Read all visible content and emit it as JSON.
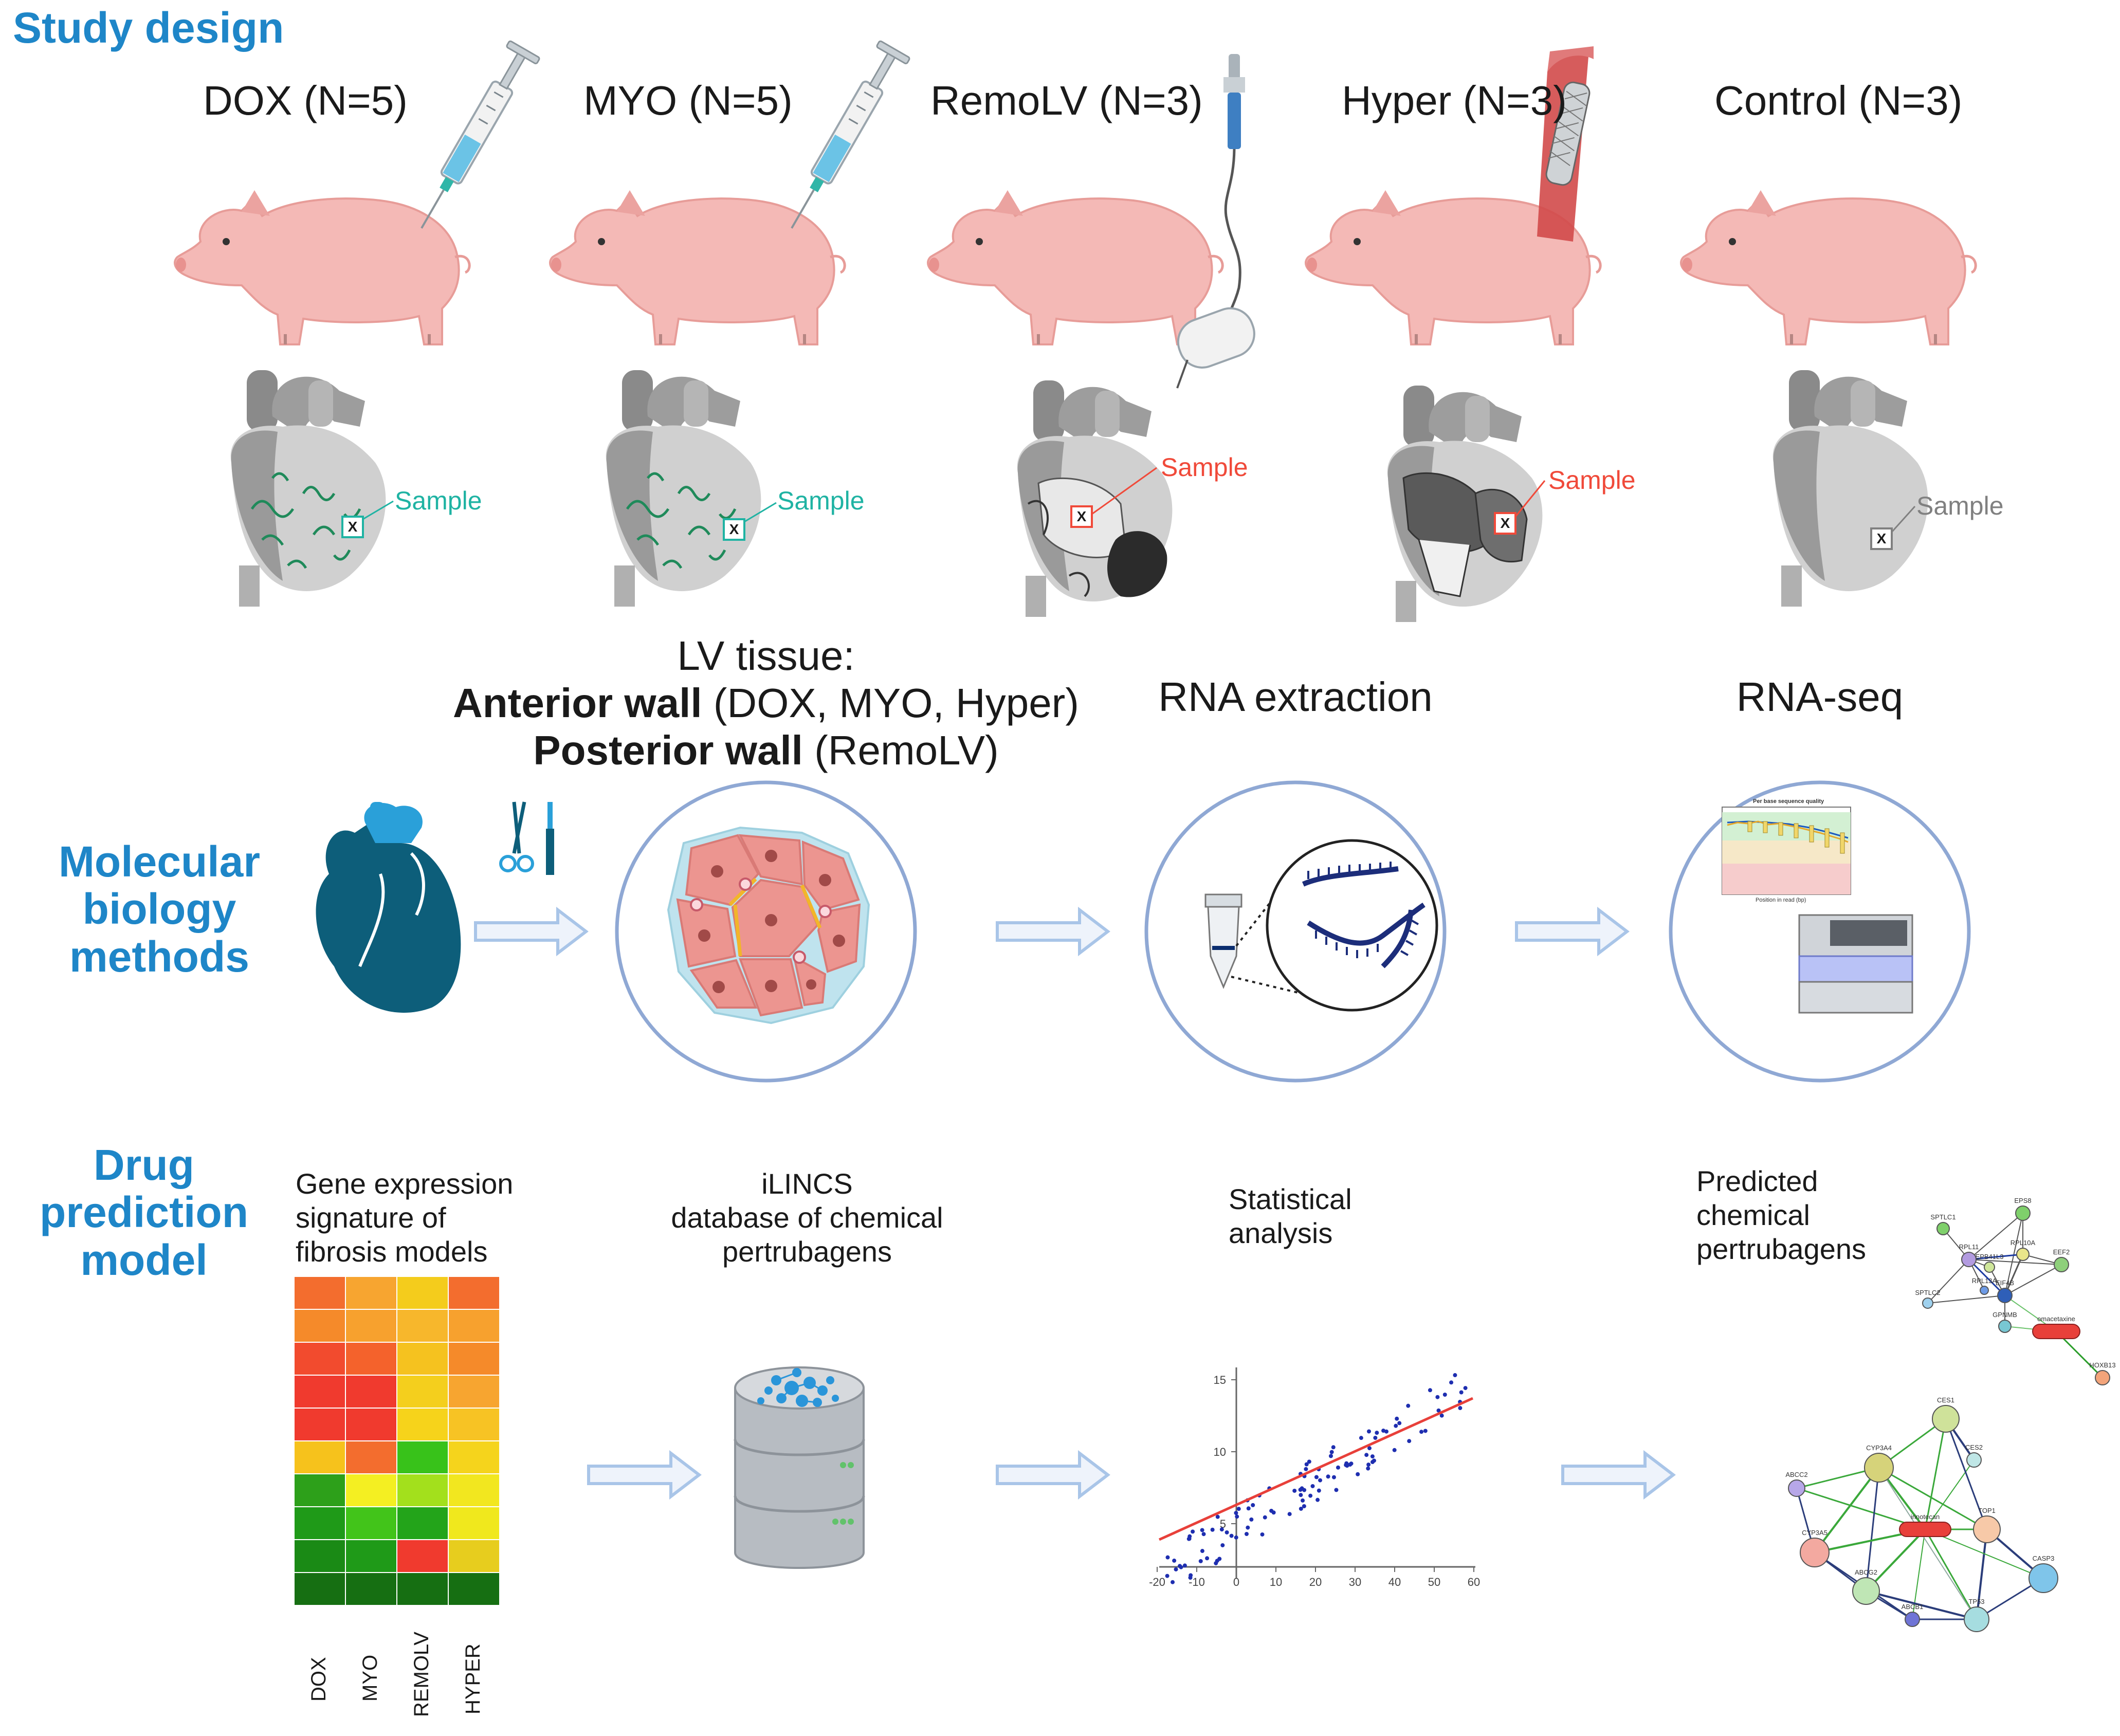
{
  "sections": {
    "study_design": "Study design",
    "molecular_biology": "Molecular biology methods",
    "drug_prediction": "Drug prediction model"
  },
  "groups": [
    {
      "label": "DOX (N=5)",
      "sample": "Sample",
      "sample_color": "#1fb3a3"
    },
    {
      "label": "MYO (N=5)",
      "sample": "Sample",
      "sample_color": "#1fb3a3"
    },
    {
      "label": "RemoLV (N=3)",
      "sample": "Sample",
      "sample_color": "#f04a3a"
    },
    {
      "label": "Hyper (N=3)",
      "sample": "Sample",
      "sample_color": "#f04a3a"
    },
    {
      "label": "Control (N=3)",
      "sample": "Sample",
      "sample_color": "#808080"
    }
  ],
  "sample_marker": "X",
  "molecular": {
    "lv_tissue_title": "LV tissue:",
    "anterior_bold": "Anterior wall",
    "anterior_rest": " (DOX, MYO, Hyper)",
    "posterior_bold": "Posterior wall",
    "posterior_rest": " (RemoLV)",
    "rna_extraction": "RNA extraction",
    "rna_seq": "RNA-seq",
    "fastqc_title": "Per base sequence quality",
    "fastqc_xlabel": "Position in read (bp)"
  },
  "drug": {
    "gene_expression": "Gene expression signature of fibrosis models",
    "gene_expression_lines": [
      "Gene expression",
      "signature of",
      "fibrosis models"
    ],
    "ilincs_lines": [
      "iLINCS",
      "database of chemical",
      "pertrubagens"
    ],
    "statistical_lines": [
      "Statistical",
      "analysis"
    ],
    "predicted_lines": [
      "Predicted",
      "chemical",
      "pertrubagens"
    ],
    "heatmap_columns": [
      "DOX",
      "MYO",
      "REMOLV",
      "HYPER"
    ]
  },
  "chart_data": {
    "type": "heatmap",
    "columns": [
      "DOX",
      "MYO",
      "REMOLV",
      "HYPER"
    ],
    "colors": [
      [
        "#f36d2e",
        "#f7a530",
        "#f4cc1c",
        "#f36d2e"
      ],
      [
        "#f58a2a",
        "#f7a12e",
        "#f7b72c",
        "#f7a12e"
      ],
      [
        "#f24b2e",
        "#f4622c",
        "#f5c21f",
        "#f58a2a"
      ],
      [
        "#f03a2e",
        "#f03a2e",
        "#f4cf1d",
        "#f7a530"
      ],
      [
        "#f03a2e",
        "#f03a2e",
        "#f6d31b",
        "#f7c324"
      ],
      [
        "#f6c21c",
        "#f36d2e",
        "#38c21a",
        "#f5d41c"
      ],
      [
        "#2da01a",
        "#f4ef22",
        "#a3e01c",
        "#f2e71f"
      ],
      [
        "#1f9a18",
        "#42c41a",
        "#23a41a",
        "#f0e81d"
      ],
      [
        "#1a8a15",
        "#1f9a18",
        "#f03a2e",
        "#e7cd1e"
      ],
      [
        "#166f12",
        "#166f12",
        "#166f12",
        "#166f12"
      ]
    ]
  },
  "scatter_ticks": {
    "x": [
      "-20",
      "-10",
      "0",
      "10",
      "20",
      "30",
      "40",
      "50",
      "60"
    ],
    "y": [
      "5",
      "10",
      "15"
    ]
  },
  "network1_labels": [
    "EPS8",
    "SPTLC1",
    "RPL10A",
    "EEF2",
    "EPB41L3",
    "RPL11",
    "EIF4B",
    "GPNMB",
    "SPTLC2",
    "RPL13A",
    "omacetaxine",
    "HOXB13"
  ],
  "network2_labels": [
    "CES1",
    "CES2",
    "ABCC2",
    "CYP3A4",
    "TOP1",
    "irinotecan",
    "CYP3A5",
    "CASP3",
    "ABCG2",
    "TP53",
    "ABCB1"
  ],
  "colors": {
    "accent": "#1e86c8",
    "heart_blue": "#0d5e7a",
    "pig": "#f4b9b6",
    "arrow": "#a9c5e8",
    "circle": "#8fa8d4",
    "regression": "#e8403a",
    "points": "#1e2eb0"
  }
}
